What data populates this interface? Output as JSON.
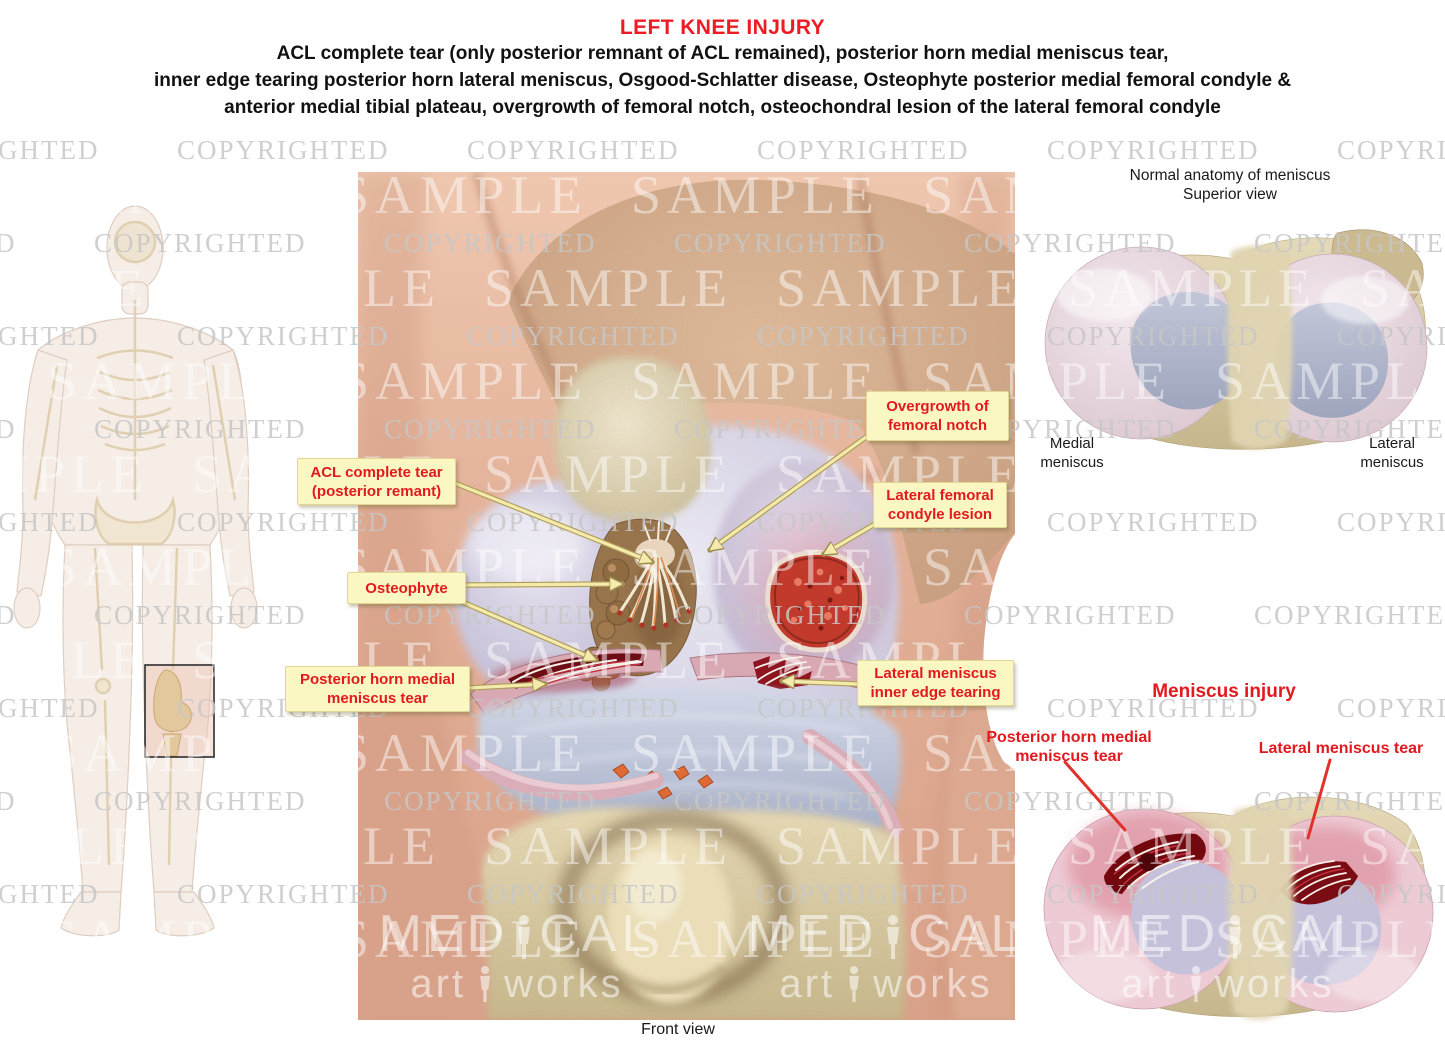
{
  "header": {
    "title": "LEFT KNEE INJURY",
    "subtitle_line1": "ACL complete tear (only posterior remnant of ACL remained), posterior horn medial meniscus tear,",
    "subtitle_line2": "inner edge tearing posterior horn lateral meniscus, Osgood-Schlatter disease, Osteophyte posterior medial femoral condyle &",
    "subtitle_line3": "anterior medial tibial plateau, overgrowth of femoral notch, osteochondral lesion of the lateral femoral condyle"
  },
  "main_illustration": {
    "caption": "Front view",
    "labels": {
      "acl": {
        "line1": "ACL complete tear",
        "line2": "(posterior remant)"
      },
      "osteophyte": {
        "line1": "Osteophyte"
      },
      "posterior_horn": {
        "line1": "Posterior horn medial",
        "line2": "meniscus tear"
      },
      "overgrowth": {
        "line1": "Overgrowth of",
        "line2": "femoral notch"
      },
      "lesion": {
        "line1": "Lateral femoral",
        "line2": "condyle lesion"
      },
      "lateral_inner": {
        "line1": "Lateral meniscus",
        "line2": "inner edge tearing"
      }
    }
  },
  "normal_meniscus_panel": {
    "heading_line1": "Normal anatomy of meniscus",
    "heading_line2": "Superior view",
    "medial_line1": "Medial",
    "medial_line2": "meniscus",
    "lateral_line1": "Lateral",
    "lateral_line2": "meniscus"
  },
  "injury_meniscus_panel": {
    "heading": "Meniscus injury",
    "medial_tear_line1": "Posterior horn medial",
    "medial_tear_line2": "meniscus tear",
    "lateral_tear": "Lateral meniscus tear"
  },
  "watermarks": {
    "copyrighted": "COPYRIGHTED",
    "sample": "SAMPLE",
    "logo_med": "MED",
    "logo_cal": "CAL",
    "logo_art": "art",
    "logo_works": "works"
  },
  "colors": {
    "title_red": "#ED1C24",
    "label_text_red": "#E2191F",
    "label_bg_yellow": "#FBF7C3",
    "arrow_yellow": "#F3EAAB",
    "leader_red": "#E0312A",
    "watermark_gray": "#C7C7C7"
  }
}
